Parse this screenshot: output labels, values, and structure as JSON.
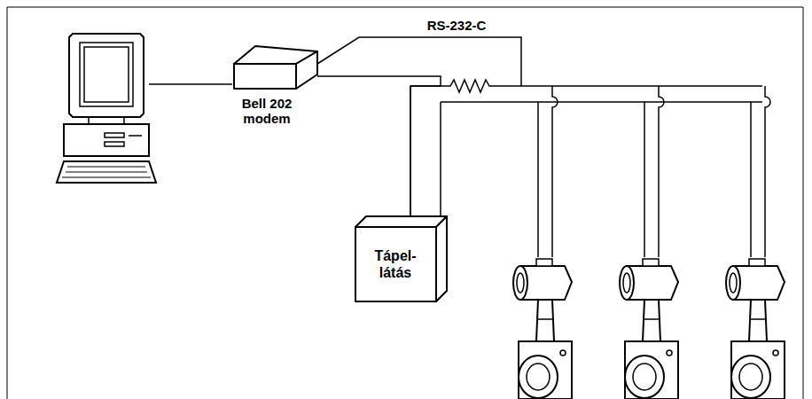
{
  "diagram": {
    "nodes": [
      {
        "text": [
          "Bell 202 modem"
        ]
      },
      {
        "text": [
          "Tápel- látás"
        ]
      }
    ],
    "edges": [
      {
        "from": 0,
        "to": 1,
        "arrow": "none"
      }
    ],
    "labels": [
      "RS-232-C"
    ]
  }
}
